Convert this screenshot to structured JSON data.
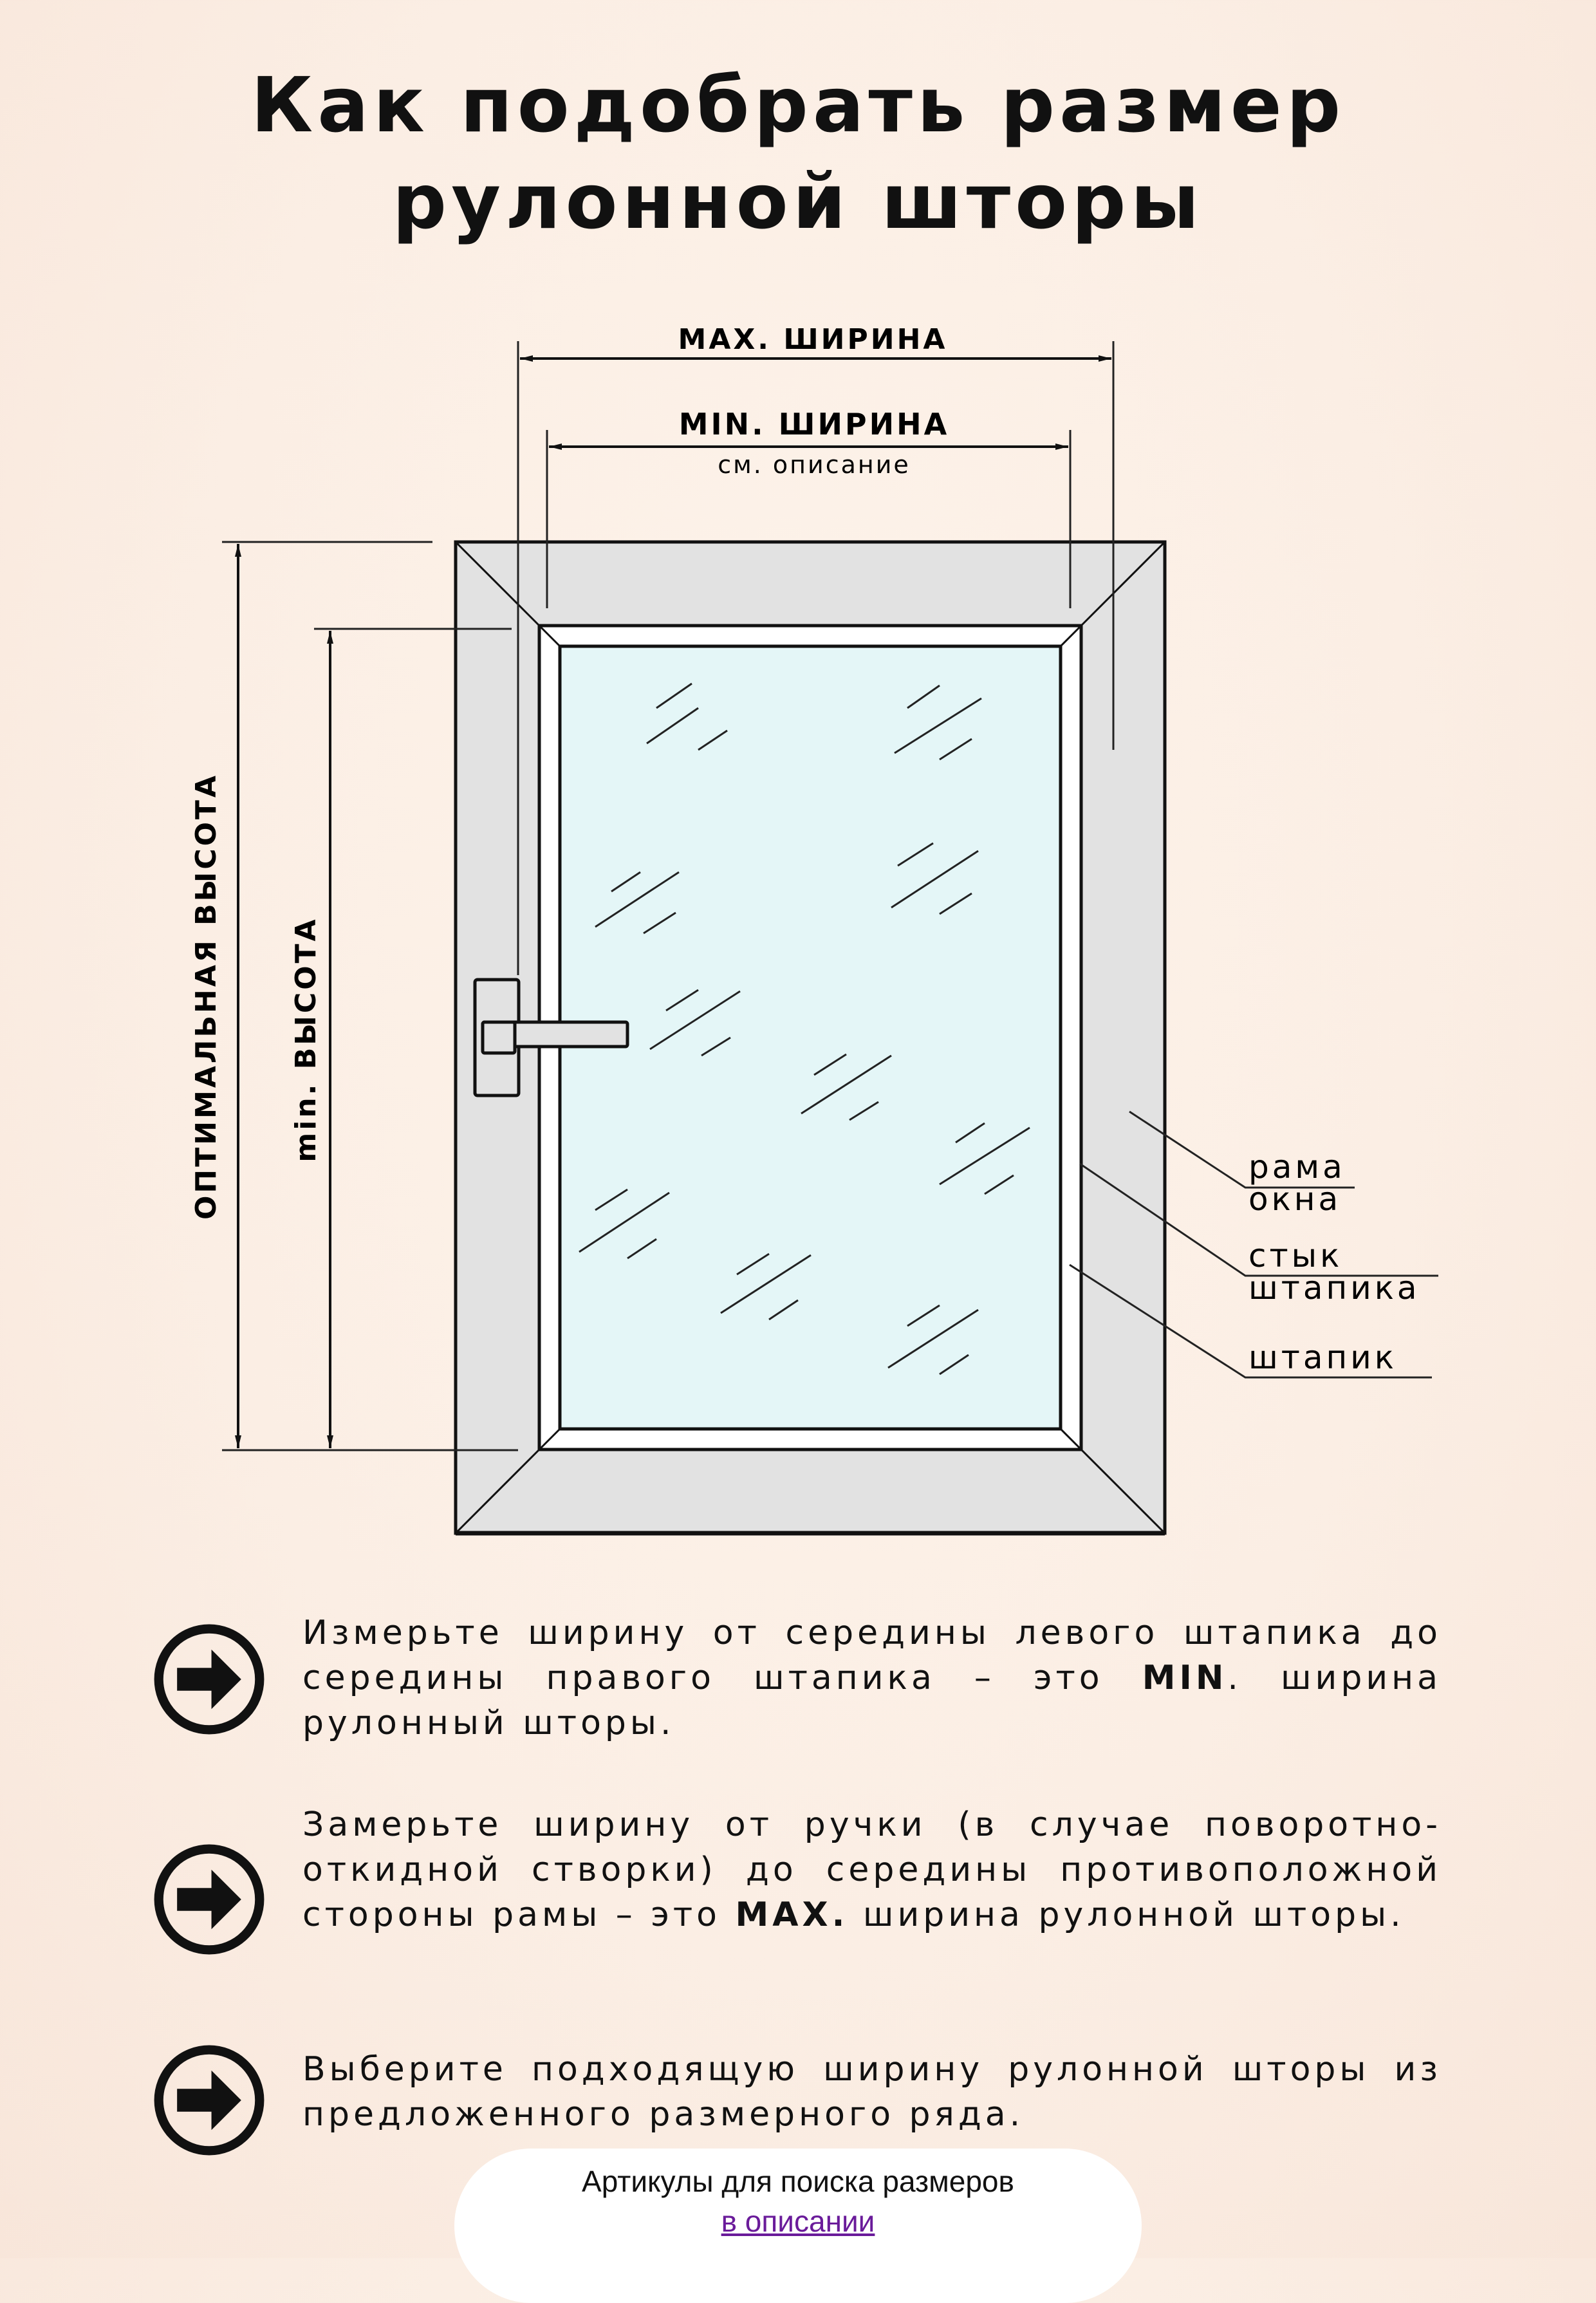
{
  "title": {
    "line1": "Как подобрать размер",
    "line2": "рулонной шторы"
  },
  "diagram": {
    "max_width_label": "MAX. ШИРИНА",
    "min_width_label": "MIN. ШИРИНА",
    "min_width_note": "см. описание",
    "optimal_height_label": "ОПТИМАЛЬНАЯ ВЫСОТА",
    "min_height_label": "min. ВЫСОТА",
    "callouts": {
      "frame_line1": "рама",
      "frame_line2": "окна",
      "joint_line1": "стык",
      "joint_line2": "штапика",
      "bead": "штапик"
    }
  },
  "instructions": [
    {
      "icon": "arrow-right-circle-icon",
      "before": "Измерьте ширину от середины левого штапика до середины правого штапика – это ",
      "bold": "MIN",
      "after": ". ширина рулонный шторы."
    },
    {
      "icon": "arrow-right-circle-icon",
      "before": "Замерьте ширину от ручки (в случае поворотно-откидной створки) до середины противоположной стороны рамы – это ",
      "bold": "MAX.",
      "after": " ширина рулонной шторы."
    },
    {
      "icon": "arrow-right-circle-icon",
      "before": "Выберите подходящую ширину рулонной шторы из предложенного размерного ряда.",
      "bold": "",
      "after": ""
    }
  ],
  "footer": {
    "line1": "Артикулы для поиска размеров",
    "link": "в описании"
  },
  "colors": {
    "background": "#fbeee4",
    "frame": "#e3e3e3",
    "glass": "#e4f6f7",
    "link": "#6a1b9a"
  }
}
